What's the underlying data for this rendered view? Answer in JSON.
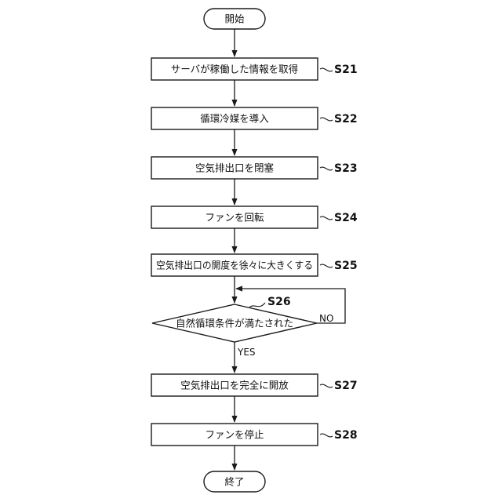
{
  "flowchart": {
    "start": {
      "label": "開始"
    },
    "end": {
      "label": "終了"
    },
    "steps": [
      {
        "id": "S21",
        "label": "サーバが稼働した情報を取得"
      },
      {
        "id": "S22",
        "label": "循環冷媒を導入"
      },
      {
        "id": "S23",
        "label": "空気排出口を閉塞"
      },
      {
        "id": "S24",
        "label": "ファンを回転"
      },
      {
        "id": "S25",
        "label": "空気排出口の開度を徐々に大きくする"
      }
    ],
    "decision": {
      "id": "S26",
      "label": "自然循環条件が満たされた",
      "yes_label": "YES",
      "no_label": "NO"
    },
    "after_steps": [
      {
        "id": "S27",
        "label": "空気排出口を完全に開放"
      },
      {
        "id": "S28",
        "label": "ファンを停止"
      }
    ]
  }
}
